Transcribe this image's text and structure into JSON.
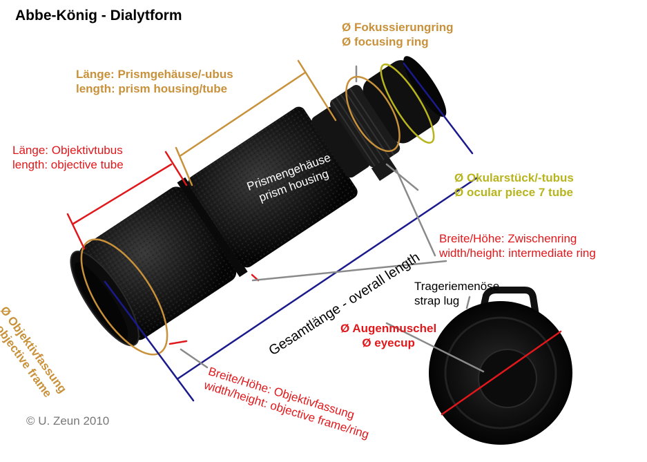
{
  "title": "Abbe-König - Dialytform",
  "labels": {
    "focus": [
      "Ø Fokussierungring",
      "Ø focusing ring"
    ],
    "prism_length": [
      "Länge: Prismgehäuse/-ubus",
      "length: prism housing/tube"
    ],
    "objective_length": [
      "Länge: Objektivtubus",
      "length: objective tube"
    ],
    "prism_housing": [
      "Prismengehäuse",
      "prism housing"
    ],
    "ocular": [
      "Ø Okularstück/-tubus",
      "Ø ocular piece 7 tube"
    ],
    "intermediate": [
      "Breite/Höhe: Zwischenring",
      "width/height: intermediate ring"
    ],
    "strap_lug": [
      "Trageriemenöse",
      "strap lug"
    ],
    "eyecup": [
      "Ø Augenmuschel",
      "Ø eyecup"
    ],
    "objective_frame": [
      "Ø Objektivfassung",
      "Ø objective frame"
    ],
    "overall_length": "Gesamtlänge - overall length",
    "frame_width": [
      "Breite/Höhe: Objektivfassung",
      "width/height: objective frame/ring"
    ]
  },
  "credit": "© U. Zeun 2010",
  "colors": {
    "orange": "#c8913a",
    "red": "#e0181b",
    "navy": "#1a1a8c",
    "olive": "#b8b41e",
    "grey": "#8a8a8a",
    "body": "#151515"
  }
}
